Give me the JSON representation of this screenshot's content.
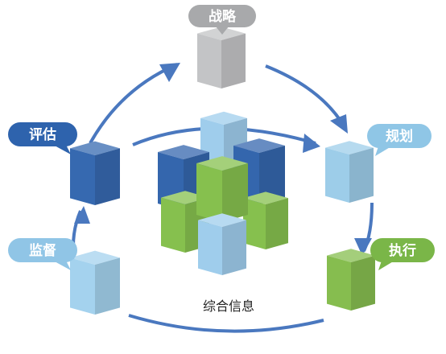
{
  "diagram": {
    "stages": [
      {
        "key": "strategy",
        "label": "战略",
        "color": "#c3c4c6",
        "label_color": "#a8a9ab"
      },
      {
        "key": "planning",
        "label": "规划",
        "color": "#9dcde9",
        "label_color": "#8fc6e6"
      },
      {
        "key": "execution",
        "label": "执行",
        "color": "#86bd4f",
        "label_color": "#7ab648"
      },
      {
        "key": "monitoring",
        "label": "监督",
        "color": "#a4d2ee",
        "label_color": "#90c5e6"
      },
      {
        "key": "evaluation",
        "label": "评估",
        "color": "#3669b0",
        "label_color": "#2e63ad"
      }
    ],
    "center_label": "综合信息",
    "palette": {
      "arrow": "#4a78bf",
      "dark_blue": "#3466ad",
      "light_blue": "#9fcdec",
      "green": "#86c04e"
    }
  }
}
